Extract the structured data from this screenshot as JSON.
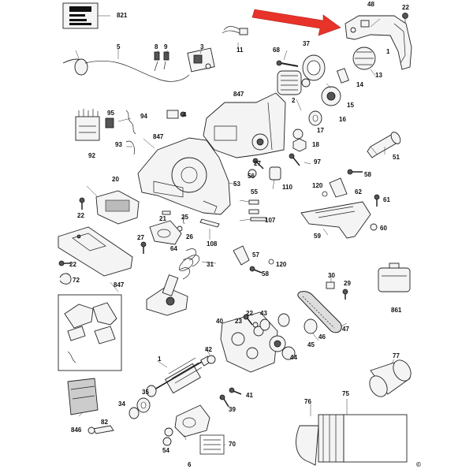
{
  "labels": [
    "821",
    "48",
    "22",
    "5",
    "8",
    "9",
    "3",
    "11",
    "37",
    "68",
    "1",
    "14",
    "13",
    "847",
    "2",
    "95",
    "94",
    "4",
    "15",
    "16",
    "17",
    "18",
    "93",
    "92",
    "847",
    "97",
    "56",
    "27",
    "110",
    "58",
    "51",
    "120",
    "62",
    "61",
    "20",
    "53",
    "55",
    "107",
    "22",
    "25",
    "21",
    "26",
    "64",
    "27",
    "108",
    "31",
    "57",
    "120",
    "58",
    "59",
    "60",
    "22",
    "72",
    "847",
    "30",
    "29",
    "861",
    "22",
    "43",
    "23",
    "40",
    "42",
    "46",
    "45",
    "47",
    "44",
    "1",
    "35",
    "41",
    "39",
    "77",
    "34",
    "82",
    "54",
    "6",
    "70",
    "76",
    "75",
    "846"
  ],
  "copyright": "©",
  "arrow_color": "#e8332a",
  "icons": [
    "label-sheet",
    "wire",
    "switch",
    "motor",
    "gear",
    "belt",
    "battery",
    "bag",
    "case",
    "cylinder"
  ]
}
